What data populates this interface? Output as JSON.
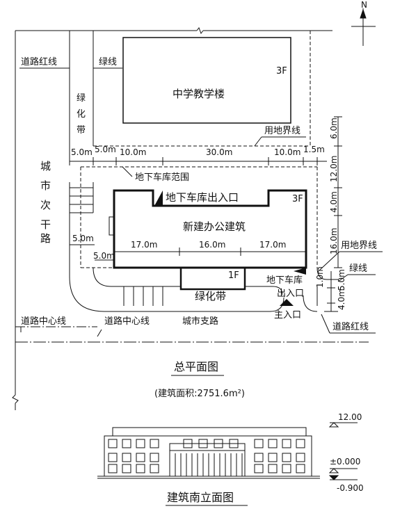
{
  "north": "N",
  "site": {
    "road_red_line_left": "道路红线",
    "green_line_top": "绿线",
    "green_belt_left": [
      "绿",
      "化",
      "带"
    ],
    "school_building": "中学教学楼",
    "school_floors": "3F",
    "land_boundary_top": "用地界线",
    "garage_range": "地下车库范围",
    "garage_entrance_north": "地下车库出入口",
    "office_building": "新建办公建筑",
    "office_floors": "3F",
    "annex_floors": "1F",
    "green_belt_bottom": "绿化带",
    "garage_entrance_south": [
      "地下车库",
      "出入口"
    ],
    "main_entrance": "主入口",
    "road_center_left": "道路中心线",
    "road_center_right": "道路中心线",
    "city_branch_road": "城市支路",
    "city_secondary_road": [
      "城",
      "市",
      "次",
      "干",
      "路"
    ],
    "land_boundary_right": "用地界线",
    "green_line_right": "绿线",
    "road_red_line_right": "道路红线"
  },
  "dimensions": {
    "top_row": [
      "5.0m",
      "5.0m",
      "10.0m",
      "30.0m",
      "10.0m",
      "1.5m"
    ],
    "right_col": [
      "6.0m",
      "12.0m",
      "4.0m",
      "16.0m"
    ],
    "left_5m_upper": "5.0m",
    "left_5m_lower": "5.0m",
    "building_row": [
      "17.0m",
      "16.0m",
      "17.0m"
    ],
    "right_small": [
      "1.0m",
      "5.0m",
      "4.0m"
    ]
  },
  "captions": {
    "plan_title": "总平面图",
    "area_note": "(建筑面积:2751.6m²)",
    "elevation_title": "建筑南立面图"
  },
  "elevation_levels": [
    "12.00",
    "±0.000",
    "-0.900"
  ]
}
